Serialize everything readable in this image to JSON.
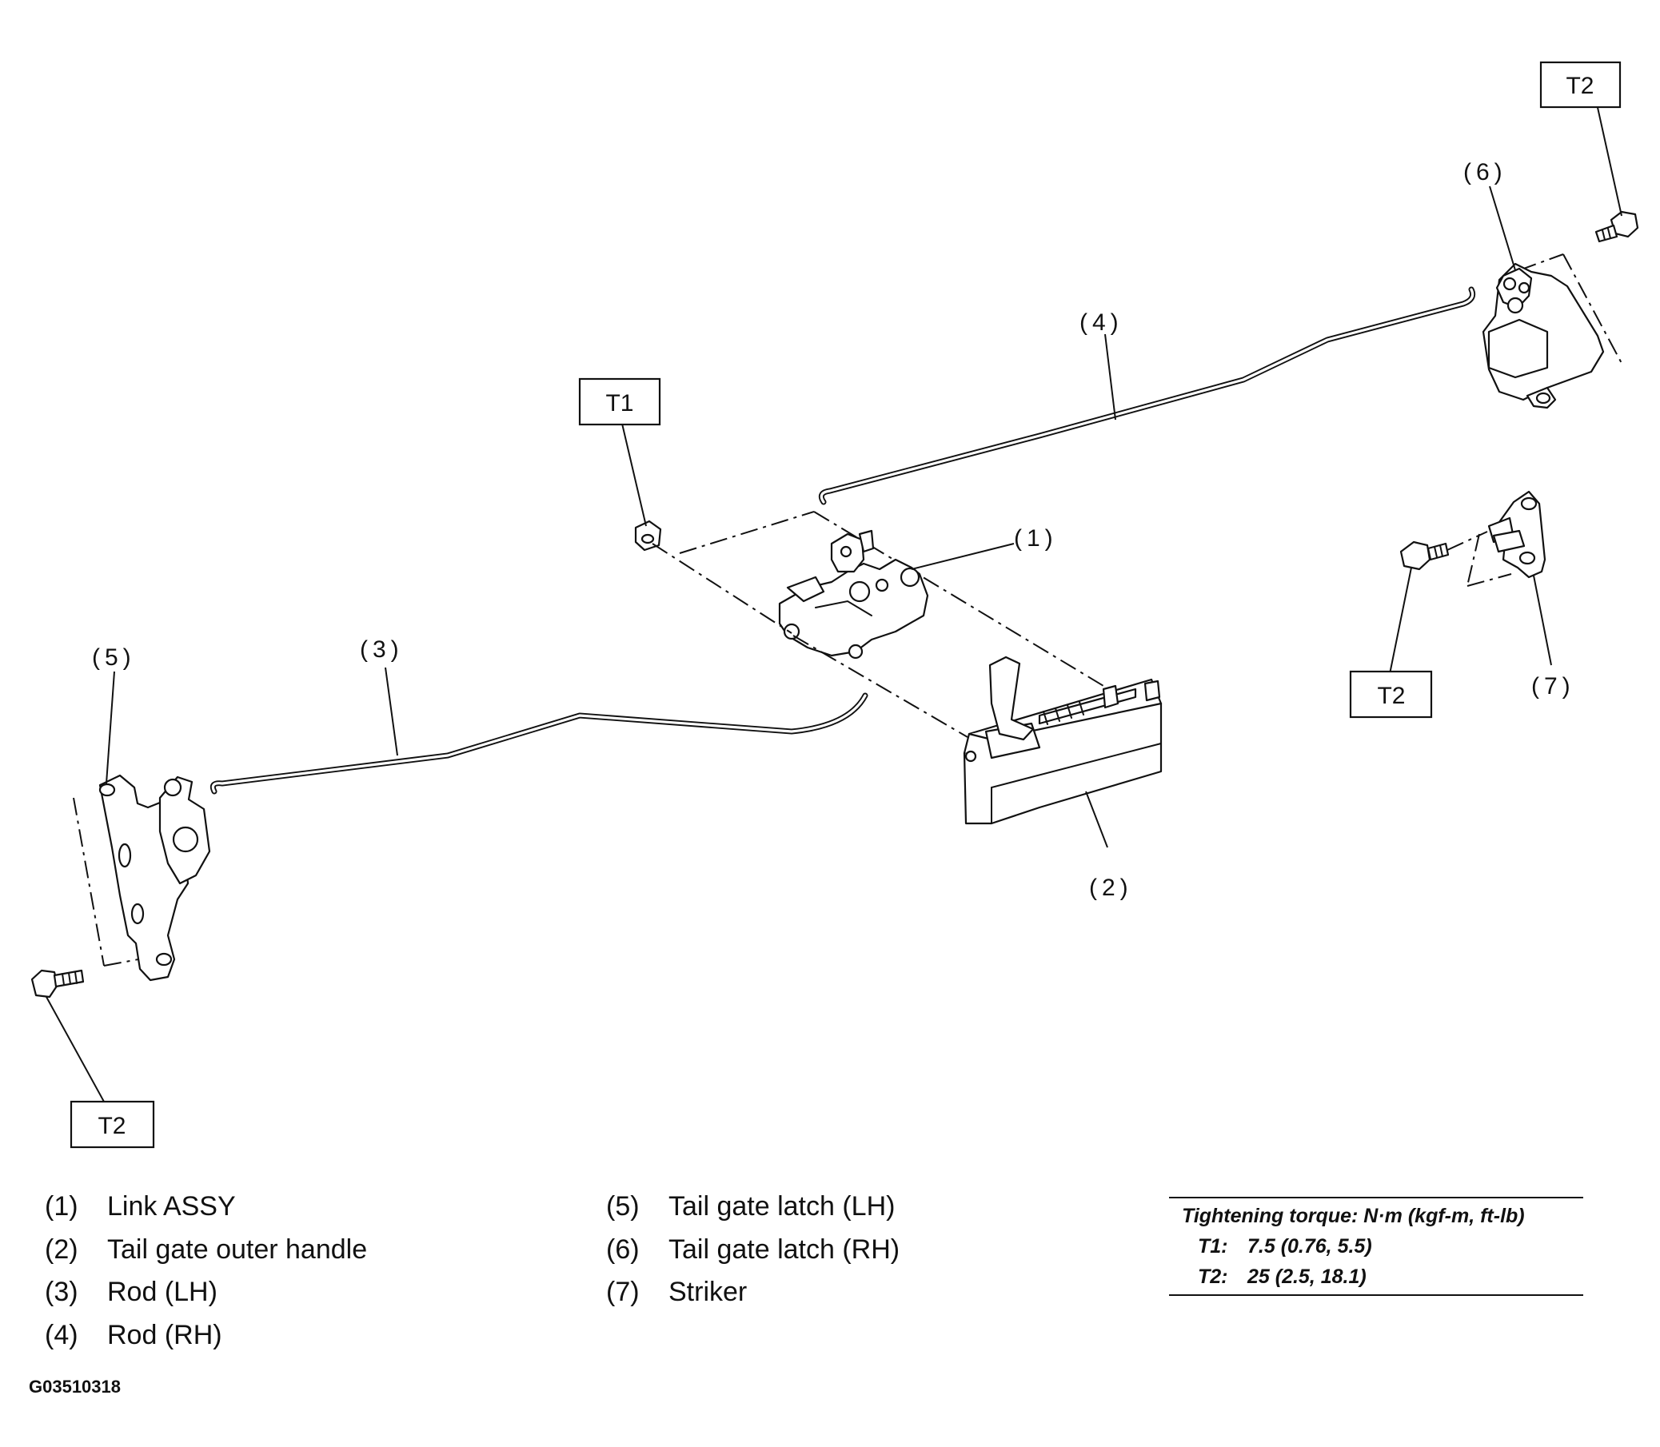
{
  "callouts": {
    "c1": "(1)",
    "c2": "(2)",
    "c3": "(3)",
    "c4": "(4)",
    "c5": "(5)",
    "c6": "(6)",
    "c7": "(7)"
  },
  "torque_boxes": {
    "t1": "T1",
    "t2_top_right": "T2",
    "t2_right": "T2",
    "t2_left": "T2"
  },
  "legend": [
    {
      "num": "(1)",
      "label": "Link ASSY"
    },
    {
      "num": "(2)",
      "label": "Tail gate outer handle"
    },
    {
      "num": "(3)",
      "label": "Rod (LH)"
    },
    {
      "num": "(4)",
      "label": "Rod (RH)"
    },
    {
      "num": "(5)",
      "label": "Tail gate latch (LH)"
    },
    {
      "num": "(6)",
      "label": "Tail gate latch (RH)"
    },
    {
      "num": "(7)",
      "label": "Striker"
    }
  ],
  "torque_table": {
    "title": "Tightening torque: N·m (kgf-m, ft-lb)",
    "rows": [
      {
        "key": "T1:",
        "value": "7.5 (0.76, 5.5)"
      },
      {
        "key": "T2:",
        "value": "25 (2.5, 18.1)"
      }
    ]
  },
  "figure_id": "G03510318"
}
